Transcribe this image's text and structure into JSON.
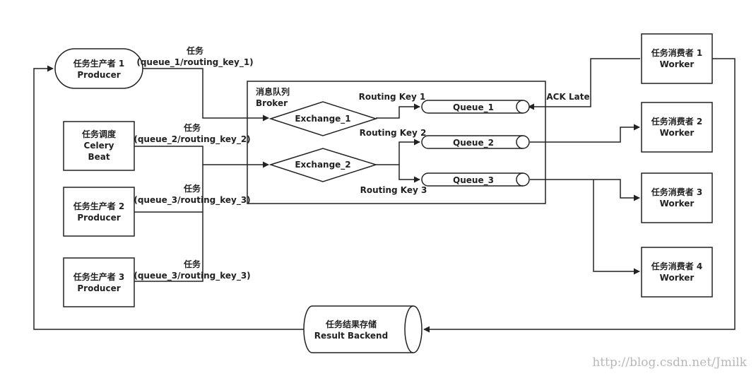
{
  "nodes": {
    "producer1": [
      "任务生产者 1",
      "Producer"
    ],
    "celery_beat": [
      "任务调度",
      "Celery",
      "Beat"
    ],
    "producer2": [
      "任务生产者 2",
      "Producer"
    ],
    "producer3": [
      "任务生产者 3",
      "Producer"
    ],
    "broker": [
      "消息队列",
      "Broker"
    ],
    "exchange1": "Exchange_1",
    "exchange2": "Exchange_2",
    "queue1": "Queue_1",
    "queue2": "Queue_2",
    "queue3": "Queue_3",
    "worker1": [
      "任务消费者 1",
      "Worker"
    ],
    "worker2": [
      "任务消费者 2",
      "Worker"
    ],
    "worker3": [
      "任务消费者 3",
      "Worker"
    ],
    "worker4": [
      "任务消费者 4",
      "Worker"
    ],
    "backend": [
      "任务结果存储",
      "Result Backend"
    ]
  },
  "edge_labels": {
    "task1": [
      "任务",
      "(queue_1/routing_key_1)"
    ],
    "task2": [
      "任务",
      "(queue_2/routing_key_2)"
    ],
    "task3a": [
      "任务",
      "(queue_3/routing_key_3)"
    ],
    "task3b": [
      "任务",
      "(queue_3/routing_key_3)"
    ],
    "rk1": "Routing Key 1",
    "rk2": "Routing Key 2",
    "rk3": "Routing Key 3",
    "ack_late": "ACK Late"
  },
  "watermark": "http://blog.csdn.net/Jmilk",
  "colors": {
    "stroke": "#222222",
    "text": "#222222",
    "watermark": "#b8b8b8",
    "background": "#ffffff"
  }
}
